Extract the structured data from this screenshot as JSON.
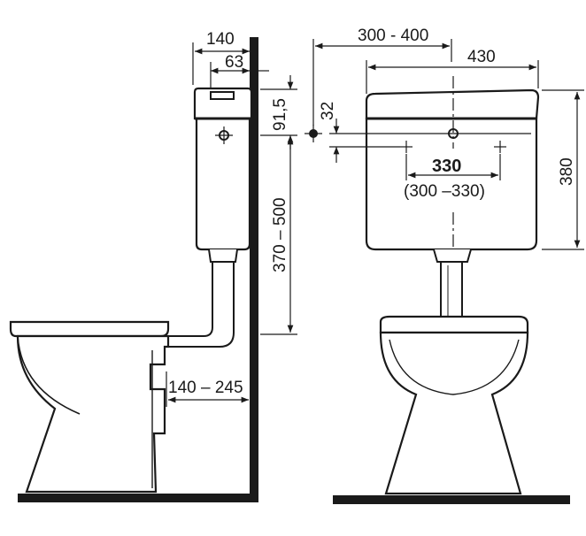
{
  "dimensions": {
    "side_tank_depth": "140",
    "side_hole_offset": "63",
    "side_lid_height": "91,5",
    "side_tank_height_range": "370 – 500",
    "side_bowl_wall_distance": "140 – 245",
    "front_hole_offset_range": "300 - 400",
    "front_tank_width": "430",
    "front_hole_drop": "32",
    "front_fixing_spacing": "330",
    "front_fixing_spacing_range": "(300 –330)",
    "front_tank_height": "380"
  },
  "colors": {
    "ink": "#1a1a1a",
    "paper": "#ffffff"
  }
}
